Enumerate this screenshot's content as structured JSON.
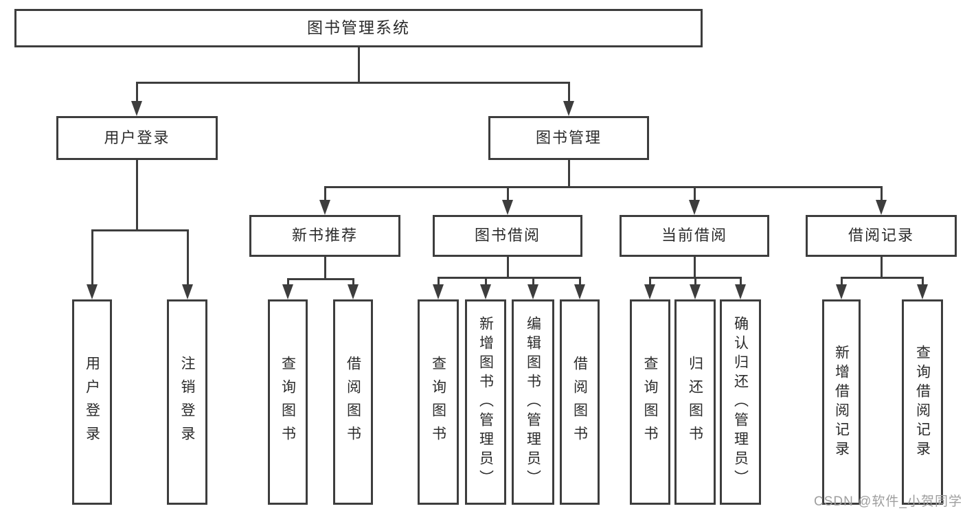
{
  "tree": {
    "root": {
      "label": "图书管理系统"
    },
    "children": [
      {
        "label": "用户登录",
        "leaves": [
          "用户登录",
          "注销登录"
        ]
      },
      {
        "label": "图书管理",
        "children": [
          {
            "label": "新书推荐",
            "leaves": [
              "查询图书",
              "借阅图书"
            ]
          },
          {
            "label": "图书借阅",
            "leaves": [
              "查询图书",
              "新增图书（管理员）",
              "编辑图书（管理员）",
              "借阅图书"
            ]
          },
          {
            "label": "当前借阅",
            "leaves": [
              "查询图书",
              "归还图书",
              "确认归还（管理员）"
            ]
          },
          {
            "label": "借阅记录",
            "leaves": [
              "新增借阅记录",
              "查询借阅记录"
            ]
          }
        ]
      }
    ]
  },
  "watermark": "CSDN @软件_小贺同学",
  "colors": {
    "line": "#3d3d3d",
    "text": "#2b2b2b",
    "watermark": "#9e9e9e",
    "background": "#ffffff"
  }
}
